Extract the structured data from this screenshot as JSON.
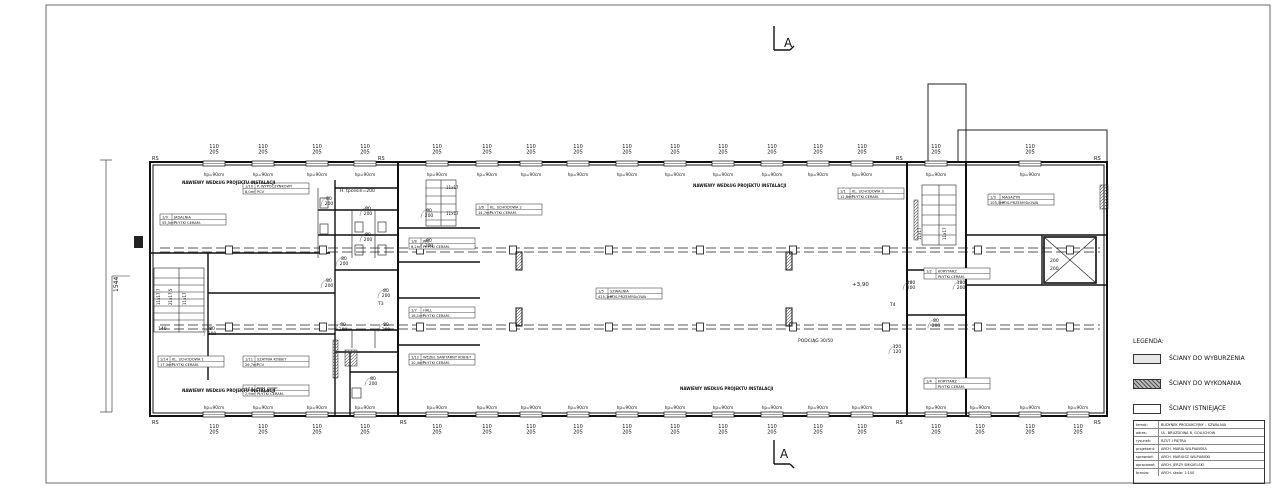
{
  "section_marker": "A",
  "dimensions": {
    "total_height": "1544",
    "window_top": "110\n205",
    "window_bottom": "110\n205",
    "hp": "hp=90cm",
    "door_80": "80\n200",
    "door_90": "90\n200",
    "door_180": "180\n200",
    "door_120": "120\n120",
    "level": "+3,90",
    "beam": "PODCIĄG 30/50",
    "rs": "RS",
    "stair_a": "11x17,7",
    "stair_b": "21x17,5",
    "flight": "11x17",
    "landing": "140",
    "h_board": "H. tpcesin=200",
    "t3": "T3",
    "t4": "T4"
  },
  "rooms": [
    {
      "num": "1/9",
      "name": "JADALNIA",
      "area": "55,5m²",
      "floor": "PŁYTKI CERAM."
    },
    {
      "num": "1/10",
      "name": "P. WYPOCZYNKOWY",
      "area": "8,0m²",
      "floor": "PCV"
    },
    {
      "num": "1/14",
      "name": "KL. SCHODOWA 1",
      "area": "17,3m²",
      "floor": "PŁYTKI CERAM."
    },
    {
      "num": "1/11",
      "name": "SZATNIA KOBIET",
      "area": "26,7m²",
      "floor": "PCV"
    },
    {
      "num": "1/13",
      "name": "POM. GOSP.",
      "area": "2,9m²",
      "floor": "PŁYTKI CERAM."
    },
    {
      "num": "1/6",
      "name": "KL. SCHODOWA 2",
      "area": "14,7m²",
      "floor": "PŁYTKI CERAM."
    },
    {
      "num": "1/8",
      "name": "WC",
      "area": "6,2m²",
      "floor": "PŁYTKI CERAM."
    },
    {
      "num": "1/7",
      "name": "HALL",
      "area": "16,1m²",
      "floor": "PŁYTKI CERAM."
    },
    {
      "num": "1/12",
      "name": "WĘZEŁ SANITARNY KOBIET",
      "area": "10,4m²",
      "floor": "PŁYTKI CERAM."
    },
    {
      "num": "1/5",
      "name": "SZWALNIA",
      "area": "415,1m²",
      "floor": "POS.PRZEMYSŁOWA"
    },
    {
      "num": "1/1",
      "name": "KL. SCHODOWA 3",
      "area": "12,8m²",
      "floor": "PŁYTKI CERAM."
    },
    {
      "num": "1/2",
      "name": "KORYTARZ",
      "area": "",
      "floor": "PŁYTKI CERAM."
    },
    {
      "num": "1/4",
      "name": "KORYTARZ",
      "area": "",
      "floor": "PŁYTKI CERAM."
    },
    {
      "num": "1/3",
      "name": "MAGAZYN",
      "area": "105,5m²",
      "floor": "POS.PRZEMYSŁOWA"
    }
  ],
  "notes": {
    "supply_1": "NAWIEWY WEDŁUG PROJEKTU INSTALACJI",
    "supply_2": "NAWIEWY WEDŁUG PROJEKTU INSTALACJI",
    "supply_3": "NAWIEWY WEDŁUG PROJEKTU INSTALACJI",
    "supply_4": "NAWIEWY WEDŁUG PROJEKTU INSTALACJI"
  },
  "lift": {
    "a": "200",
    "b": "200"
  },
  "legend": {
    "title": "LEGENDA:",
    "items": [
      {
        "label": "ŚCIANY DO WYBURZENIA",
        "color": "#e6e6e6"
      },
      {
        "label": "ŚCIANY DO WYKONANIA",
        "color": "#9a9a9a"
      },
      {
        "label": "ŚCIANY ISTNIEJĄCE",
        "color": "#ffffff"
      }
    ]
  },
  "title_block": {
    "rows": [
      {
        "k": "temat:",
        "v": "BUDYNEK PRODUKCYJNY – SZWALNIA"
      },
      {
        "k": "adres:",
        "v": "UL. BRUZDOWA 8, GOLUCHÓW"
      },
      {
        "k": "rysunek:",
        "v": "RZUT I PIĘTRA"
      },
      {
        "k": "projektant:",
        "v": "ARCH. MARIA WILPIAŃSKA"
      },
      {
        "k": "sprawdził:",
        "v": "ARCH. MARIUSZ WILPIAŃSKI"
      },
      {
        "k": "opracował:",
        "v": "ARCH. JERZY ŚMIGIELSKI"
      },
      {
        "k": "branża:",
        "v": "ARCH.   skala: 1:100"
      }
    ]
  }
}
